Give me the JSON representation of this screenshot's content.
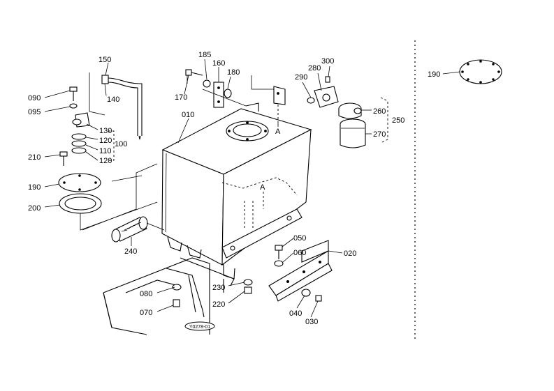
{
  "diagram": {
    "code": "Y0278-01",
    "labels": {
      "l150": "150",
      "l090": "090",
      "l095": "095",
      "l140": "140",
      "l130": "130",
      "l120a": "120",
      "l100": "100",
      "l110": "110",
      "l120b": "120",
      "l210": "210",
      "l190a": "190",
      "l200": "200",
      "l185": "185",
      "l160": "160",
      "l180": "180",
      "l170": "170",
      "l010": "010",
      "l240": "240",
      "l080": "080",
      "l070": "070",
      "l230": "230",
      "l220": "220",
      "l290": "290",
      "l280": "280",
      "l300": "300",
      "l260": "260",
      "l250": "250",
      "l270": "270",
      "l050": "050",
      "l060": "060",
      "l020": "020",
      "l040": "040",
      "l030": "030",
      "l190b": "190",
      "markA1": "A",
      "markA2": "A"
    }
  }
}
